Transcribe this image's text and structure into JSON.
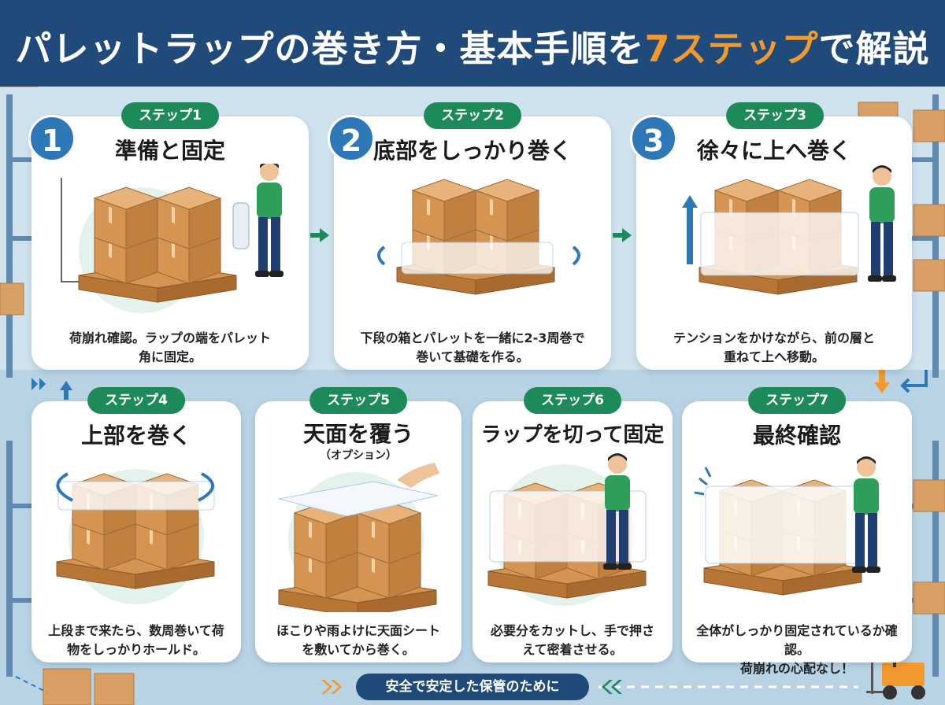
{
  "header": {
    "title_main": "パレットラップの巻き方・基本手順を",
    "title_accent": "7ステップ",
    "title_end": "で解説"
  },
  "steps": [
    {
      "badge": "ステップ1",
      "number": "1",
      "title": "準備と固定",
      "desc": "荷崩れ確認。ラップの端をパレット\n角に固定。"
    },
    {
      "badge": "ステップ2",
      "number": "2",
      "title": "底部をしっかり巻く",
      "desc": "下段の箱とパレットを一緒に2-3周巻で\n巻いて基礎を作る。"
    },
    {
      "badge": "ステップ3",
      "number": "3",
      "title": "徐々に上へ巻く",
      "desc": "テンションをかけながら、前の層と\n重ねて上へ移動。"
    },
    {
      "badge": "ステップ4",
      "title": "上部を巻く",
      "desc": "上段まで来たら、数周巻いて荷\n物をしっかりホールド。"
    },
    {
      "badge": "ステップ5",
      "title": "天面を覆う",
      "subtitle": "（オプション）",
      "desc": "ほこりや雨よけに天面シート\nを敷いてから巻く。"
    },
    {
      "badge": "ステップ6",
      "title": "ラップを切って固定",
      "desc": "必要分をカットし、手で押さ\nえて密着させる。"
    },
    {
      "badge": "ステップ7",
      "title": "最終確認",
      "desc": "全体がしっかり固定されているか確認。\n荷崩れの心配なし！"
    }
  ],
  "footer": {
    "label": "安全で安定した保管のために"
  },
  "colors": {
    "header_bg": "#1f4a7a",
    "accent": "#f29a2e",
    "badge": "#1e8a5a",
    "number": "#2e78b8"
  }
}
